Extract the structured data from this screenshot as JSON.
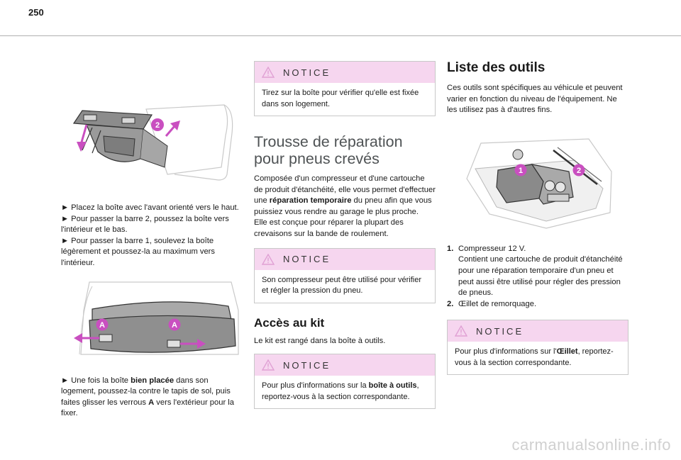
{
  "page": {
    "number": "250"
  },
  "col1": {
    "steps1": [
      "► Placez la boîte avec l'avant orienté vers le haut.",
      "► Pour passer la barre 2, poussez la boîte vers l'intérieur et le bas.",
      "► Pour passer la barre 1, soulevez la boîte légèrement et poussez-la au maximum vers l'intérieur."
    ],
    "fig1_label": "2",
    "fig2_label": "A",
    "step2_a": "► Une fois la boîte ",
    "step2_b": "bien placée",
    "step2_c": " dans son logement, poussez-la contre le tapis de sol, puis faites glisser les verrous ",
    "step2_d": "A",
    "step2_e": " vers l'extérieur pour la fixer."
  },
  "col2": {
    "notice_label": "NOTICE",
    "notice1_text": "Tirez sur la boîte pour vérifier qu'elle est fixée dans son logement.",
    "section_title": "Trousse de réparation pour pneus crevés",
    "para1_a": "Composée d'un compresseur et d'une cartouche de produit d'étanchéité, elle vous permet d'effectuer une ",
    "para1_b": "réparation temporaire",
    "para1_c": " du pneu afin que vous puissiez vous rendre au garage le plus proche.",
    "para2": "Elle est conçue pour réparer la plupart des crevaisons sur la bande de roulement.",
    "notice2_text": "Son compresseur peut être utilisé pour vérifier et régler la pression du pneu.",
    "sub_title": "Accès au kit",
    "sub_text": "Le kit est rangé dans la boîte à outils.",
    "notice3_a": "Pour plus d'informations sur la ",
    "notice3_b": "boîte à outils",
    "notice3_c": ", reportez-vous à la section correspondante."
  },
  "col3": {
    "title": "Liste des outils",
    "intro": "Ces outils sont spécifiques au véhicule et peuvent varier en fonction du niveau de l'équipement. Ne les utilisez pas à d'autres fins.",
    "fig_labels": [
      "1",
      "2"
    ],
    "tools": [
      {
        "num": "1.",
        "text": "Compresseur 12 V.",
        "sub": "Contient une cartouche de produit d'étanchéité pour une réparation temporaire d'un pneu et peut aussi être utilisé pour régler des pression de pneus."
      },
      {
        "num": "2.",
        "text": "Œillet de remorquage."
      }
    ],
    "notice_a": "Pour plus d'informations sur l'",
    "notice_b": "Œillet",
    "notice_c": ", reportez-vous à la section correspondante."
  },
  "watermark": "carmanualsonline.info",
  "colors": {
    "notice_header": "#f6d6ef",
    "callout": "#c94fc0",
    "warning": "#e8a6d8"
  }
}
